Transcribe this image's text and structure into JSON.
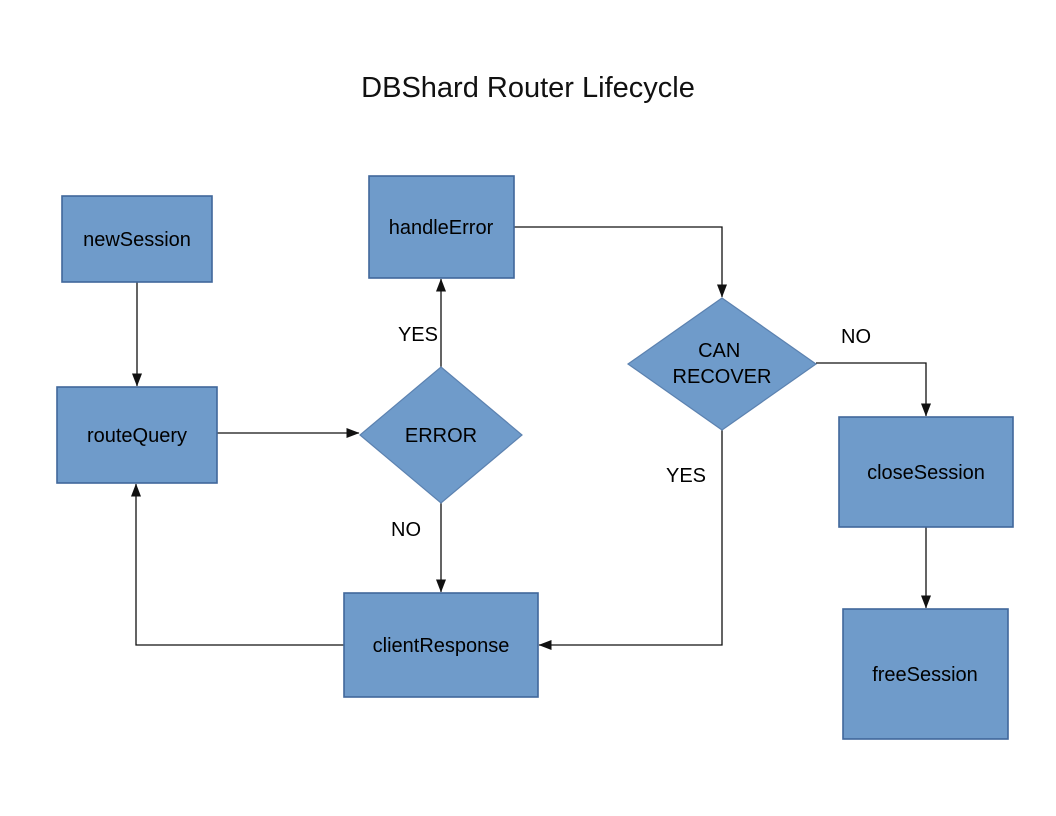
{
  "title": "DBShard Router Lifecycle",
  "diagram_type": "flowchart",
  "colors": {
    "node_fill": "#6f9bca",
    "box_stroke": "#40679b",
    "diamond_stroke": "#5c82b0",
    "edge": "#111111",
    "background": "#ffffff"
  },
  "nodes": {
    "newSession": {
      "label": "newSession",
      "shape": "process"
    },
    "routeQuery": {
      "label": "routeQuery",
      "shape": "process"
    },
    "handleError": {
      "label": "handleError",
      "shape": "process"
    },
    "error": {
      "label": "ERROR",
      "shape": "decision"
    },
    "canRecover": {
      "label": "CAN RECOVER",
      "line1": "CAN",
      "line2": "RECOVER",
      "shape": "decision"
    },
    "closeSession": {
      "label": "closeSession",
      "shape": "process"
    },
    "freeSession": {
      "label": "freeSession",
      "shape": "process"
    },
    "clientResponse": {
      "label": "clientResponse",
      "shape": "process"
    }
  },
  "edges": [
    {
      "from": "newSession",
      "to": "routeQuery",
      "label": ""
    },
    {
      "from": "routeQuery",
      "to": "ERROR",
      "label": ""
    },
    {
      "from": "ERROR",
      "to": "handleError",
      "label": "YES"
    },
    {
      "from": "ERROR",
      "to": "clientResponse",
      "label": "NO"
    },
    {
      "from": "handleError",
      "to": "CAN RECOVER",
      "label": ""
    },
    {
      "from": "CAN RECOVER",
      "to": "closeSession",
      "label": "NO"
    },
    {
      "from": "CAN RECOVER",
      "to": "clientResponse",
      "label": "YES"
    },
    {
      "from": "closeSession",
      "to": "freeSession",
      "label": ""
    },
    {
      "from": "clientResponse",
      "to": "routeQuery",
      "label": ""
    }
  ]
}
